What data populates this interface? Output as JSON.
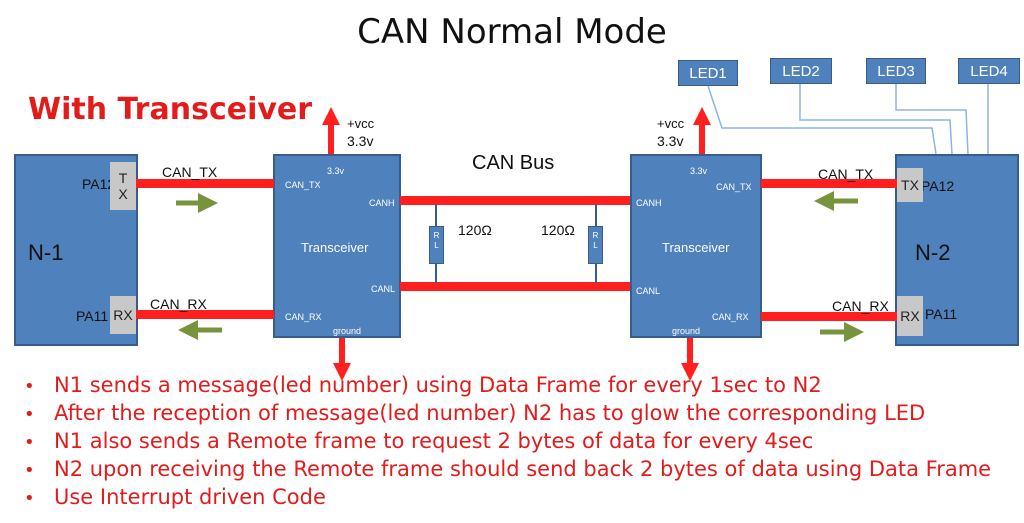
{
  "title": "CAN Normal Mode",
  "subtitle": "With Transceiver",
  "bus_label": "CAN Bus",
  "node1": {
    "name": "N-1",
    "pin_tx_name": "PA12",
    "pin_rx_name": "PA11",
    "tx_pin": "T\nX",
    "rx_pin": "RX"
  },
  "node2": {
    "name": "N-2",
    "pin_tx_name": "PA12",
    "pin_rx_name": "PA11",
    "tx_pin": "TX",
    "rx_pin": "RX"
  },
  "transceiver_left": {
    "label": "Transceiver",
    "vcc": "+vcc",
    "voltage": "3.3v",
    "top_label": "3.3v",
    "can_tx": "CAN_TX",
    "can_rx": "CAN_RX",
    "canh": "CANH",
    "canl": "CANL",
    "ground": "ground"
  },
  "transceiver_right": {
    "label": "Transceiver",
    "vcc": "+vcc",
    "voltage": "3.3v",
    "top_label": "3.3v",
    "can_tx": "CAN_TX",
    "can_rx": "CAN_RX",
    "canh": "CANH",
    "canl": "CANL",
    "ground": "ground"
  },
  "wires": {
    "left_tx": "CAN_TX",
    "left_rx": "CAN_RX",
    "right_tx": "CAN_TX",
    "right_rx": "CAN_RX"
  },
  "resistors": {
    "left_value": "120Ω",
    "right_value": "120Ω",
    "label": "R\nL"
  },
  "leds": [
    "LED1",
    "LED2",
    "LED3",
    "LED4"
  ],
  "bullets": [
    "N1 sends a message(led number) using Data Frame for every 1sec to N2",
    "After the reception of message(led number) N2 has to glow the corresponding LED",
    "N1 also sends a Remote frame to request 2 bytes of data for every 4sec",
    "N2 upon receiving the Remote frame should send back 2 bytes of data using Data Frame",
    "Use Interrupt driven Code"
  ],
  "colors": {
    "node_fill": "#4f81bd",
    "wire": "#ff1f1f",
    "arrow_green": "#77933c",
    "text_red": "#e31b1b",
    "led_line": "#8eb4e3"
  }
}
